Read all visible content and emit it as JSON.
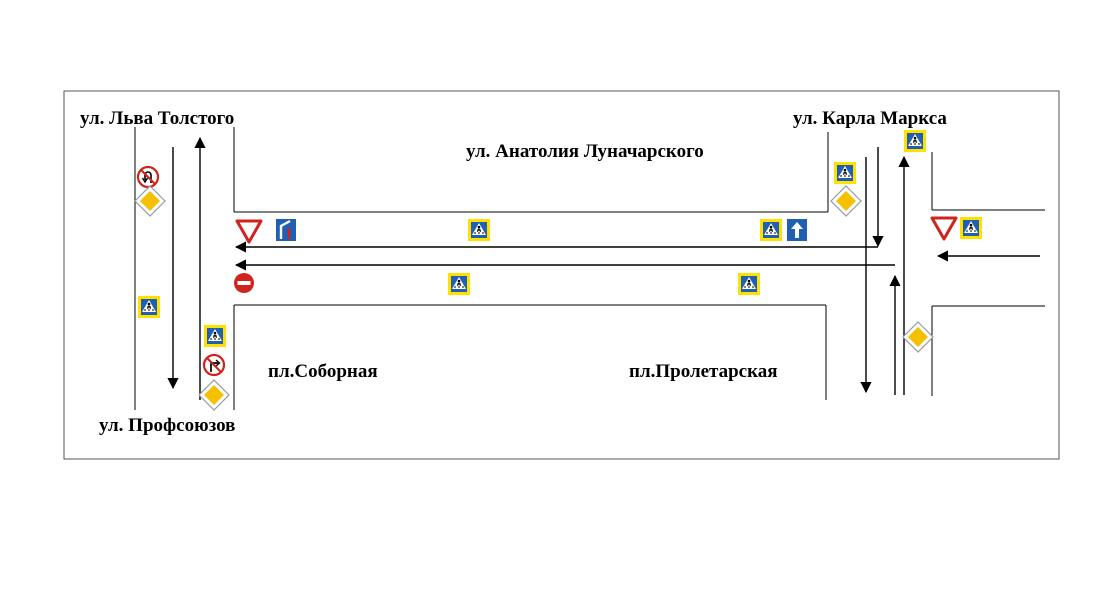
{
  "streets": {
    "lva_tolstogo": "ул. Льва Толстого",
    "karla_marksa": "ул. Карла Маркса",
    "lunacharskogo": "ул. Анатолия Луначарского",
    "profsoyuzov": "ул. Профсоюзов"
  },
  "squares": {
    "sobornaya": "пл.Соборная",
    "proletarskaya": "пл.Пролетарская"
  },
  "colors": {
    "sign_blue": "#1f5fb4",
    "sign_yellow": "#ffe000",
    "sign_red": "#d0231c",
    "priority_yellow": "#f5c000",
    "line": "#000000"
  },
  "signs": [
    {
      "type": "no-u-turn",
      "icon": "no-u-turn-icon"
    },
    {
      "type": "priority-road",
      "icon": "priority-road-icon"
    },
    {
      "type": "pedestrian-crossing",
      "icon": "pedestrian-crossing-icon"
    },
    {
      "type": "no-right-turn",
      "icon": "no-right-turn-icon"
    },
    {
      "type": "give-way",
      "icon": "give-way-icon"
    },
    {
      "type": "lane-end",
      "icon": "lane-end-icon"
    },
    {
      "type": "one-way-road",
      "icon": "one-way-road-icon"
    },
    {
      "type": "no-entry",
      "icon": "no-entry-icon"
    }
  ]
}
